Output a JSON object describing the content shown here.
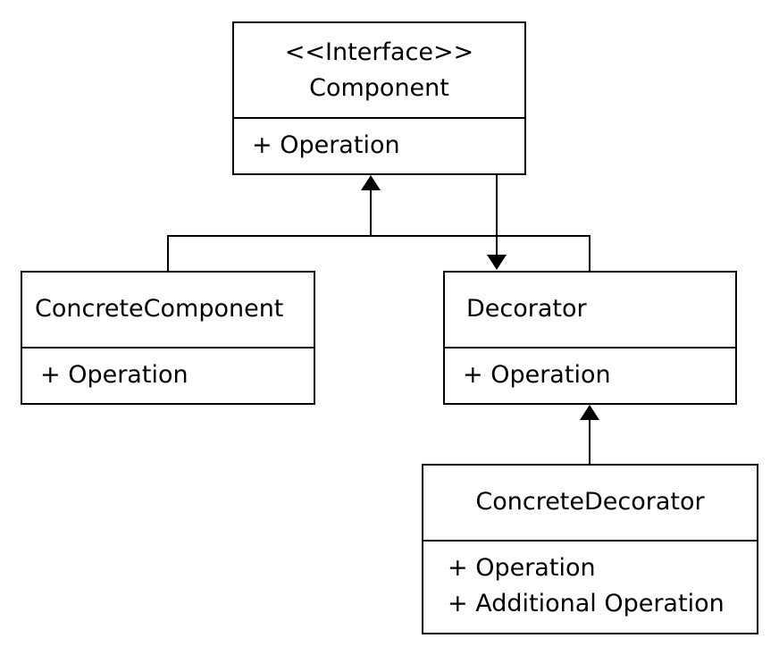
{
  "component": {
    "stereotype": "<<Interface>>",
    "name": "Component",
    "operations": [
      "+ Operation"
    ]
  },
  "concrete_component": {
    "name": "ConcreteComponent",
    "operations": [
      "+ Operation"
    ]
  },
  "decorator": {
    "name": "Decorator",
    "operations": [
      "+ Operation"
    ]
  },
  "concrete_decorator": {
    "name": "ConcreteDecorator",
    "operations": [
      "+ Operation",
      "+ Additional Operation"
    ]
  }
}
